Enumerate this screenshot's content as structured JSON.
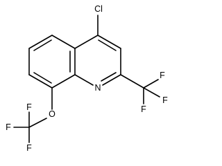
{
  "colors": {
    "background": "#ffffff",
    "ink": "#000000"
  },
  "atoms": {
    "chlorine": "Cl",
    "nitrogen": "N",
    "oxygen": "O",
    "fluorine_cf3_ring_top": "F",
    "fluorine_cf3_ring_right": "F",
    "fluorine_cf3_ring_bottom": "F",
    "fluorine_ocf3_top": "F",
    "fluorine_ocf3_left": "F",
    "fluorine_ocf3_bottom": "F"
  }
}
